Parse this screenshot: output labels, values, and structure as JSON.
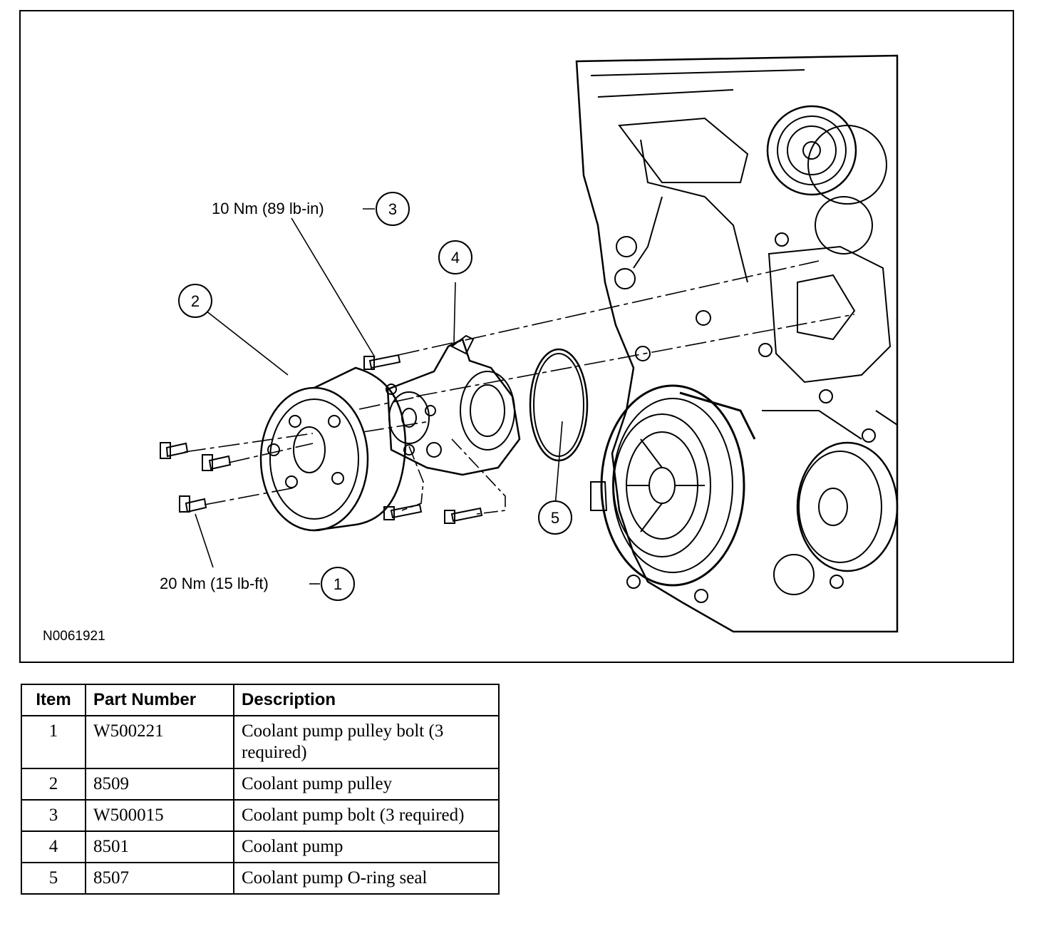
{
  "figure": {
    "id_label": "N0061921",
    "callouts": [
      {
        "number": "1",
        "torque": "20 Nm (15 lb-ft)"
      },
      {
        "number": "2",
        "torque": ""
      },
      {
        "number": "3",
        "torque": "10 Nm (89 lb-in)"
      },
      {
        "number": "4",
        "torque": ""
      },
      {
        "number": "5",
        "torque": ""
      }
    ]
  },
  "table": {
    "headers": {
      "item": "Item",
      "part_number": "Part Number",
      "description": "Description"
    },
    "rows": [
      {
        "item": "1",
        "part_number": "W500221",
        "description": "Coolant pump pulley bolt (3 required)"
      },
      {
        "item": "2",
        "part_number": "8509",
        "description": "Coolant pump pulley"
      },
      {
        "item": "3",
        "part_number": "W500015",
        "description": "Coolant pump bolt (3 required)"
      },
      {
        "item": "4",
        "part_number": "8501",
        "description": "Coolant pump"
      },
      {
        "item": "5",
        "part_number": "8507",
        "description": "Coolant pump O-ring seal"
      }
    ]
  }
}
